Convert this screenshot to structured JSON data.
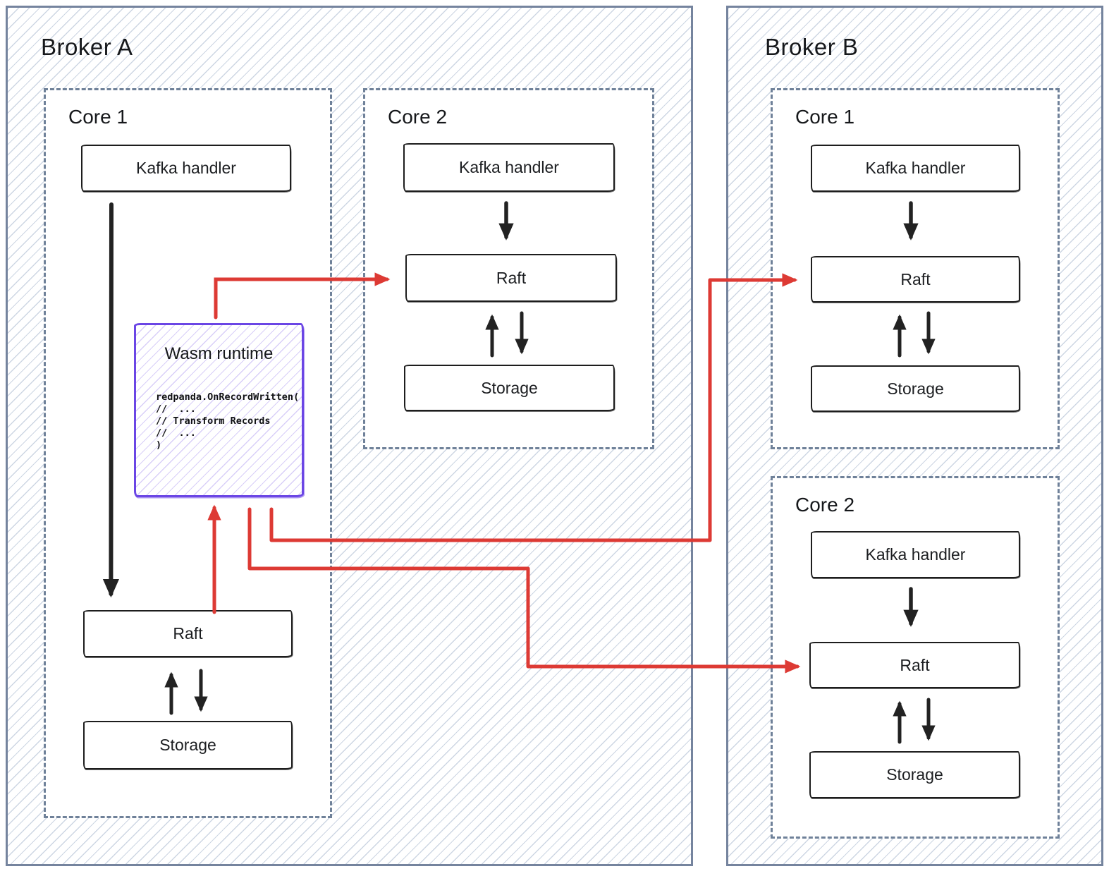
{
  "colors": {
    "red_arrow": "#dd3a34",
    "purple_wasm": "#6b46e5",
    "broker_border": "#75849e",
    "core_border": "#6f8199",
    "hatch_line": "#cdd6e3",
    "ink": "#1d1d1d"
  },
  "broker_a": {
    "title": "Broker A",
    "core1": {
      "title": "Core 1",
      "kafka_label": "Kafka handler",
      "wasm": {
        "title": "Wasm runtime",
        "code": [
          "redpanda.OnRecordWritten(",
          "//  ...",
          "// Transform Records",
          "//  ...",
          ")"
        ]
      },
      "raft_label": "Raft",
      "storage_label": "Storage"
    },
    "core2": {
      "title": "Core 2",
      "kafka_label": "Kafka handler",
      "raft_label": "Raft",
      "storage_label": "Storage"
    }
  },
  "broker_b": {
    "title": "Broker B",
    "core1": {
      "title": "Core 1",
      "kafka_label": "Kafka handler",
      "raft_label": "Raft",
      "storage_label": "Storage"
    },
    "core2": {
      "title": "Core 2",
      "kafka_label": "Kafka handler",
      "raft_label": "Raft",
      "storage_label": "Storage"
    }
  },
  "connections": [
    {
      "from": "Broker A / Core 1 / Kafka handler",
      "to": "Broker A / Core 1 / Raft",
      "color": "black",
      "bidirectional": false
    },
    {
      "from": "Broker A / Core 1 / Raft",
      "to": "Broker A / Core 1 / Storage",
      "color": "black",
      "bidirectional": true
    },
    {
      "from": "Broker A / Core 1 / Raft",
      "to": "Broker A / Core 1 / Wasm runtime",
      "color": "red",
      "bidirectional": false
    },
    {
      "from": "Broker A / Core 1 / Wasm runtime",
      "to": "Broker A / Core 2 / Raft",
      "color": "red",
      "bidirectional": false
    },
    {
      "from": "Broker A / Core 1 / Wasm runtime",
      "to": "Broker B / Core 1 / Raft",
      "color": "red",
      "bidirectional": false
    },
    {
      "from": "Broker A / Core 1 / Wasm runtime",
      "to": "Broker B / Core 2 / Raft",
      "color": "red",
      "bidirectional": false
    },
    {
      "from": "Broker A / Core 2 / Kafka handler",
      "to": "Broker A / Core 2 / Raft",
      "color": "black",
      "bidirectional": false
    },
    {
      "from": "Broker A / Core 2 / Raft",
      "to": "Broker A / Core 2 / Storage",
      "color": "black",
      "bidirectional": true
    },
    {
      "from": "Broker B / Core 1 / Kafka handler",
      "to": "Broker B / Core 1 / Raft",
      "color": "black",
      "bidirectional": false
    },
    {
      "from": "Broker B / Core 1 / Raft",
      "to": "Broker B / Core 1 / Storage",
      "color": "black",
      "bidirectional": true
    },
    {
      "from": "Broker B / Core 2 / Kafka handler",
      "to": "Broker B / Core 2 / Raft",
      "color": "black",
      "bidirectional": false
    },
    {
      "from": "Broker B / Core 2 / Raft",
      "to": "Broker B / Core 2 / Storage",
      "color": "black",
      "bidirectional": true
    }
  ]
}
